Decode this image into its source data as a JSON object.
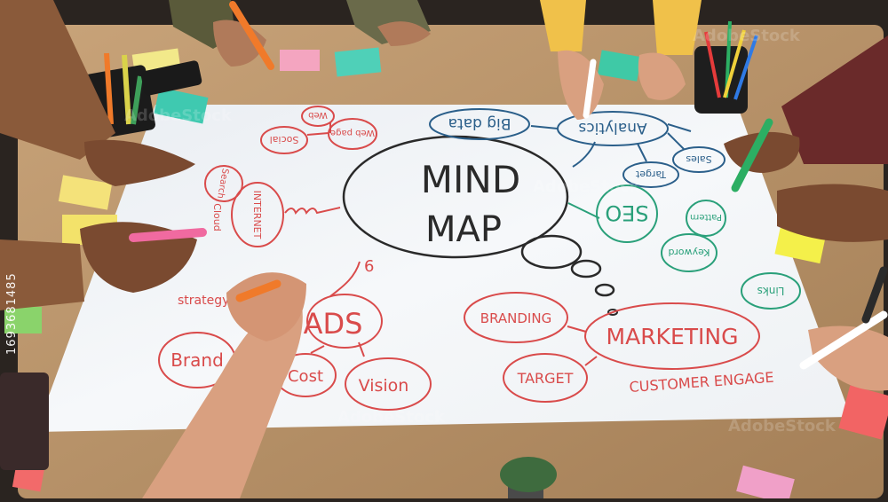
{
  "photo": {
    "center_title_line1": "MIND",
    "center_title_line2": "MAP",
    "nodes": {
      "big_data": "Big data",
      "analytics": "Analytics",
      "target_blue": "Target",
      "sales": "Sales",
      "seo": "SEO",
      "keyword": "Keyword",
      "pattern": "Pattern",
      "links": "Links",
      "internet": "INTERNET",
      "search": "Search",
      "cloud": "Cloud",
      "social": "Social",
      "web": "Web",
      "web_page": "Web page",
      "strategy": "strategy",
      "ads": "ADS",
      "brand": "Brand",
      "cost": "Cost",
      "vision": "Vision",
      "number_six": "6",
      "branding": "BRANDING",
      "marketing": "MARKETING",
      "target_red": "TARGET",
      "customer_engage": "CUSTOMER ENGAGE"
    },
    "image_id": "1693681485",
    "watermark": "AdobeStock"
  },
  "colors": {
    "table": "#b8926a",
    "paper": "#f4f6f8",
    "marker_red": "#d94b4b",
    "marker_blue": "#2b5f8a",
    "marker_teal": "#2aa07a",
    "ink_dark": "#222222"
  }
}
